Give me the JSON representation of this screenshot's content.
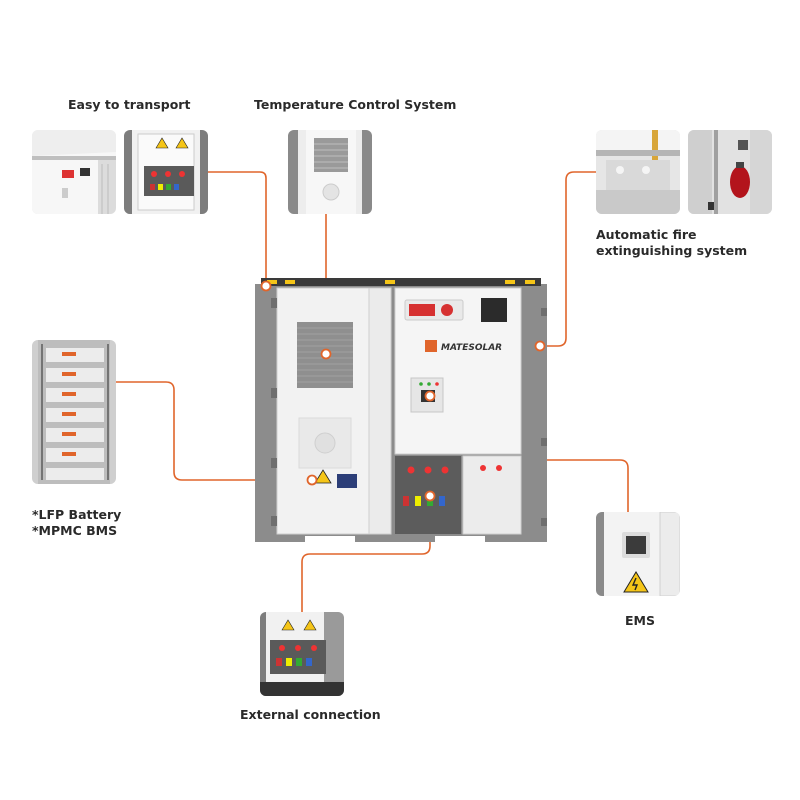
{
  "labels": {
    "transport": "Easy to transport",
    "temperature": "Temperature Control System",
    "fire_line1": "Automatic fire",
    "fire_line2": "extinguishing system",
    "battery_line1": "*LFP Battery",
    "battery_line2": "*MPMC BMS",
    "ems": "EMS",
    "external": "External connection"
  },
  "brand": "MATESOLAR",
  "colors": {
    "accent": "#e0652b",
    "cabinet_frame": "#8c8c8c",
    "cabinet_panel": "#f2f2f2",
    "warning": "#f5c518"
  }
}
